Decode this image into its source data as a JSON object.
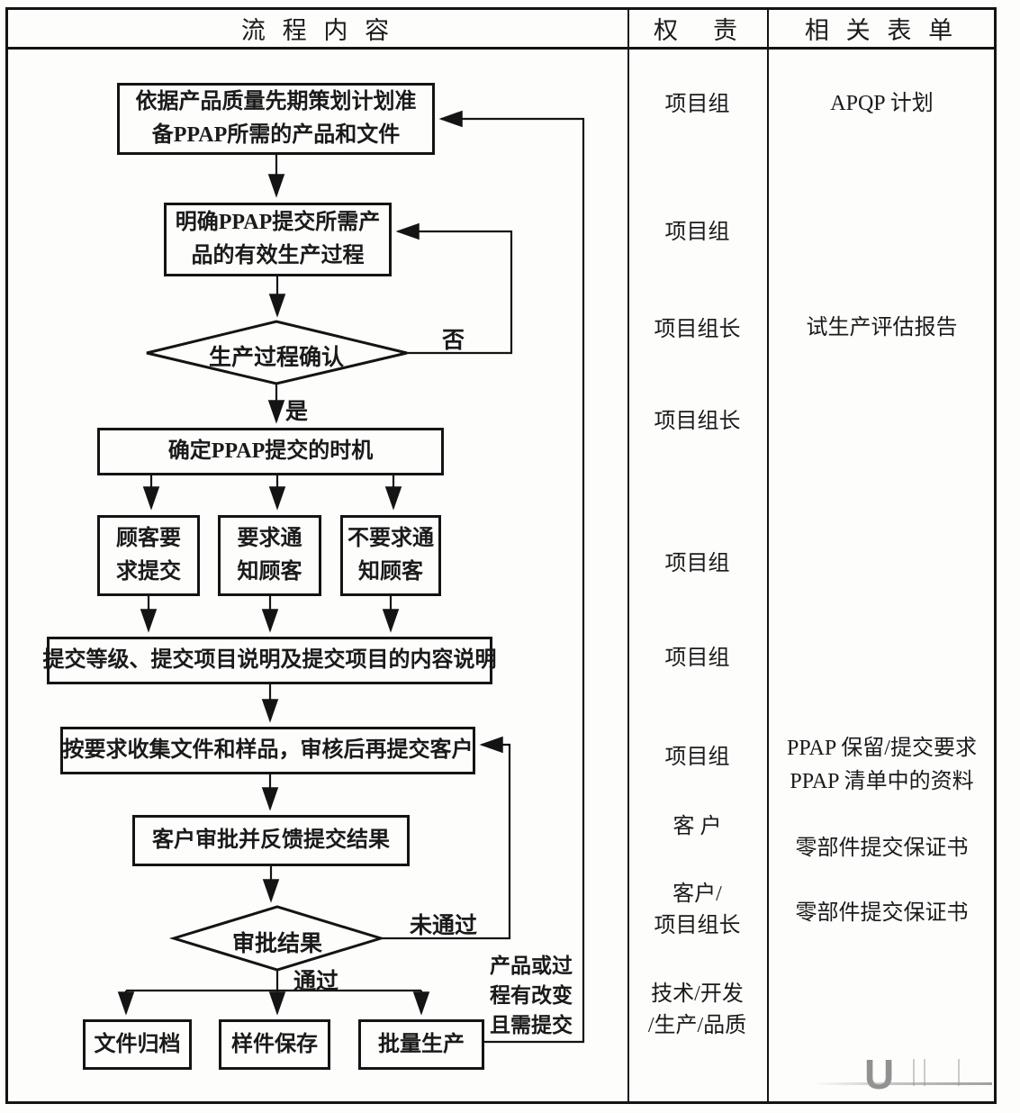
{
  "header": {
    "process": "流 程 内 容",
    "responsibility": "权　责",
    "forms": "相 关 表 单"
  },
  "flow": {
    "box_prepare": {
      "l1": "依据产品质量先期策划计划准",
      "l2": "备PPAP所需的产品和文件"
    },
    "box_clarify": {
      "l1": "明确PPAP提交所需产",
      "l2": "品的有效生产过程"
    },
    "diamond_confirm": "生产过程确认",
    "label_no": "否",
    "label_yes": "是",
    "box_timing": "确定PPAP提交的时机",
    "box_customer_require": {
      "l1": "顾客要",
      "l2": "求提交"
    },
    "box_notify": {
      "l1": "要求通",
      "l2": "知顾客"
    },
    "box_no_notify": {
      "l1": "不要求通",
      "l2": "知顾客"
    },
    "box_level": "提交等级、提交项目说明及提交项目的内容说明",
    "box_collect": "按要求收集文件和样品，审核后再提交客户",
    "box_approve": "客户审批并反馈提交结果",
    "diamond_result": "审批结果",
    "label_not_passed": "未通过",
    "label_passed": "通过",
    "box_archive": "文件归档",
    "box_sample": "样件保存",
    "box_mass": "批量生产",
    "label_change": {
      "l1": "产品或过",
      "l2": "程有改变",
      "l3": "且需提交"
    }
  },
  "responsibility": {
    "r1": "项目组",
    "r2": "项目组",
    "r3": "项目组长",
    "r4": "项目组长",
    "r5": "项目组",
    "r6": "项目组",
    "r7": "项目组",
    "r8": "客 户",
    "r9": {
      "l1": "客户/",
      "l2": "项目组长"
    },
    "r10": {
      "l1": "技术/开发",
      "l2": "/生产/品质"
    }
  },
  "forms": {
    "f1": "APQP 计划",
    "f2": "试生产评估报告",
    "f3": {
      "l1": "PPAP 保留/提交要求",
      "l2": "PPAP 清单中的资料"
    },
    "f4": "零部件提交保证书",
    "f5": "零部件提交保证书"
  },
  "watermark": "U",
  "colors": {
    "ink": "#141414",
    "paper": "#fdfdfc"
  }
}
